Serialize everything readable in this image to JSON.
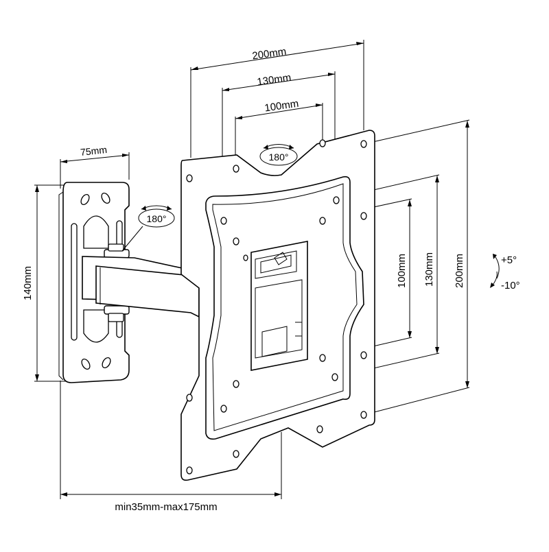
{
  "dimensions": {
    "vesa_width_200": "200mm",
    "vesa_width_130": "130mm",
    "vesa_width_100": "100mm",
    "wall_plate_width": "75mm",
    "wall_plate_height": "140mm",
    "vesa_height_100": "100mm",
    "vesa_height_130": "130mm",
    "vesa_height_200": "200mm",
    "extension": "min35mm-max175mm"
  },
  "rotation": {
    "plate_swivel": "180°",
    "arm_swivel": "180°"
  },
  "tilt": {
    "up": "+5°",
    "down": "-10°"
  }
}
